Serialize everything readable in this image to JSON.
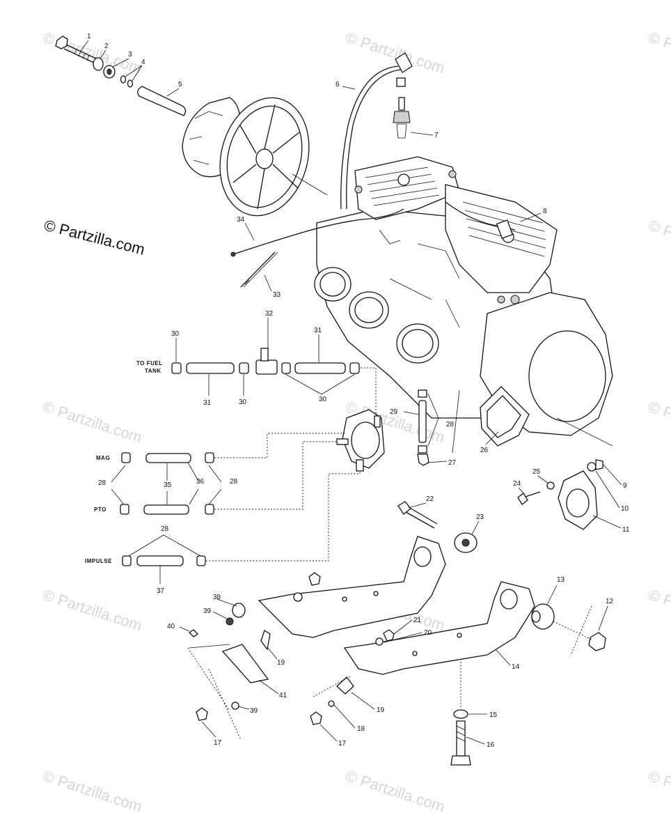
{
  "logo_text": "© Partzilla.com",
  "watermark_text": "© Partzilla.com",
  "side_labels": {
    "to_fuel": "TO FUEL",
    "tank": "TANK",
    "mag": "MAG",
    "pto": "PTO",
    "impulse": "IMPULSE"
  },
  "callouts": {
    "c1": "1",
    "c2": "2",
    "c3": "3",
    "c4": "4",
    "c5": "5",
    "c6": "6",
    "c7": "7",
    "c8": "8",
    "c9": "9",
    "c10": "10",
    "c11": "11",
    "c12": "12",
    "c13": "13",
    "c14": "14",
    "c15": "15",
    "c16": "16",
    "c17a": "17",
    "c17b": "17",
    "c18": "18",
    "c19a": "19",
    "c19b": "19",
    "c20": "20",
    "c21": "21",
    "c22": "22",
    "c23": "23",
    "c24": "24",
    "c25": "25",
    "c26": "26",
    "c27": "27",
    "c28a": "28",
    "c28b": "28",
    "c28c": "28",
    "c28d": "28",
    "c29": "29",
    "c30a": "30",
    "c30b": "30",
    "c30c": "30",
    "c31a": "31",
    "c31b": "31",
    "c32": "32",
    "c33": "33",
    "c34": "34",
    "c35": "35",
    "c36": "36",
    "c37": "37",
    "c38": "38",
    "c39a": "39",
    "c39b": "39",
    "c40": "40",
    "c41": "41"
  }
}
